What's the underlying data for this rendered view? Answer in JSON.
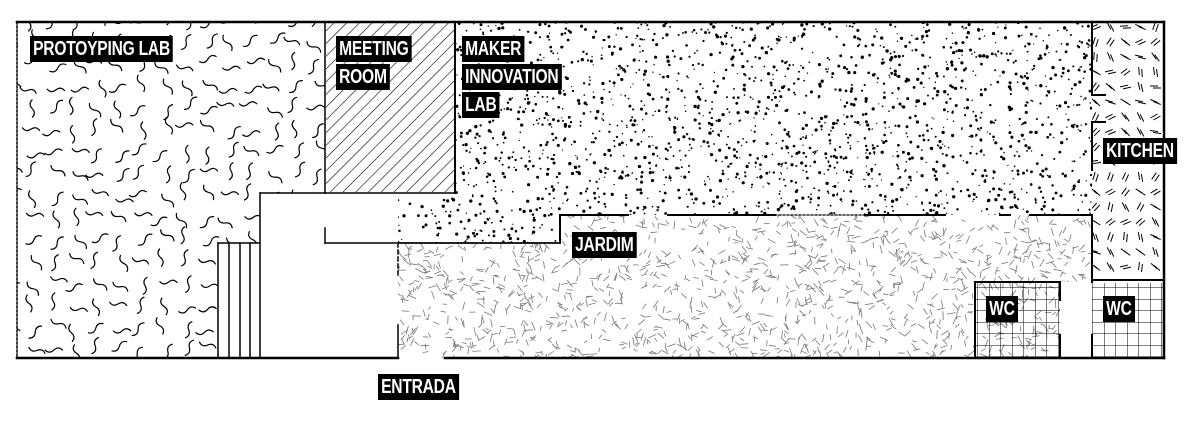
{
  "rooms": {
    "prototyping_lab": "PROTOYPING LAB",
    "meeting_room": [
      "MEETING",
      "ROOM"
    ],
    "maker_innovation_lab": [
      "MAKER",
      "INNOVATION",
      "LAB"
    ],
    "kitchen": "KITCHEN",
    "jardim": "JARDIM",
    "wc_left": "WC",
    "wc_right": "WC",
    "entrada": "ENTRADA"
  }
}
